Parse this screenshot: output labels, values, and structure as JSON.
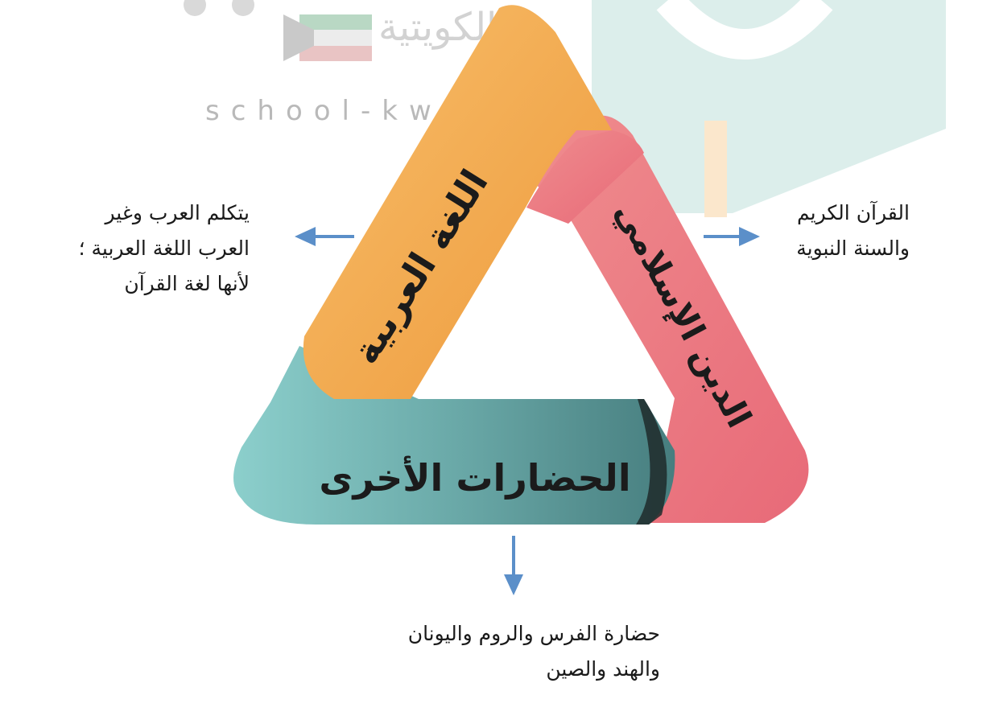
{
  "watermark": {
    "site": "school-kw.com",
    "arabic": "الكويتية"
  },
  "diagram": {
    "bands": {
      "arabic_language": "اللغة العربية",
      "islam": "الدين الإسلامي",
      "other_civilizations": "الحضارات الأخرى"
    },
    "notes": {
      "left": [
        "يتكلم العرب وغير",
        "العرب اللغة العربية ؛",
        "لأنها لغة القرآن"
      ],
      "right": [
        "القرآن الكريم",
        "والسنة النبوية"
      ],
      "bottom": [
        "حضارة الفرس والروم واليونان",
        "والهند والصين"
      ]
    }
  },
  "colors": {
    "orange": "#f2a94e",
    "pink": "#e8707c",
    "teal": "#6fb3b1",
    "arrow": "#5b8fc9",
    "watermark_teal": "#cfe6e3"
  }
}
